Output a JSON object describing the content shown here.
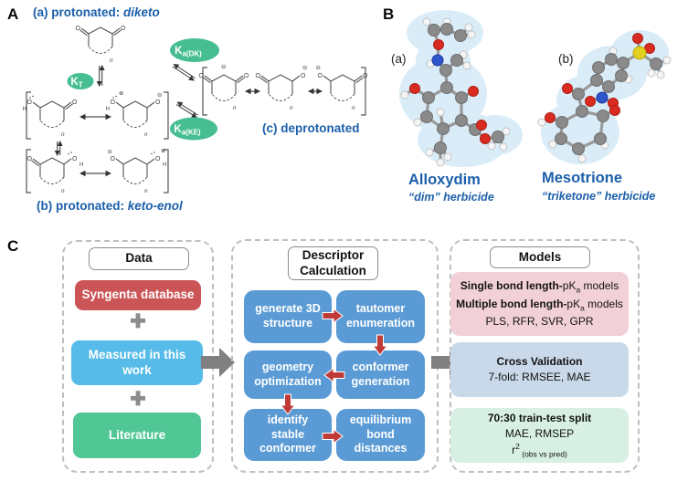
{
  "panelA": {
    "label": "A",
    "captions": {
      "a_prefix": "(a) protonated: ",
      "a_em": "diketo",
      "b_prefix": "(b) protonated: ",
      "b_em": "keto-enol",
      "c": "(c) deprotonated"
    },
    "constants": {
      "kt": {
        "base": "K",
        "sub": "T"
      },
      "kadk": {
        "base": "K",
        "sub": "a(DK)"
      },
      "kake": {
        "base": "K",
        "sub": "a(KE)"
      }
    },
    "atoms": {
      "o": "O",
      "h": "H",
      "n": "n"
    },
    "charges": {
      "minus": "⊖",
      "plus": "⊕"
    },
    "oval_green": "#47bd92",
    "caption_blue": "#1b5faa"
  },
  "panelB": {
    "label": "B",
    "molecules": [
      {
        "tag": "(a)",
        "name": "Alloxydim",
        "subtitle": "“dim” herbicide"
      },
      {
        "tag": "(b)",
        "name": "Mesotrione",
        "subtitle": "“triketone” herbicide"
      }
    ]
  },
  "panelC": {
    "label": "C",
    "data_column": {
      "title": "Data",
      "plus": "✚",
      "sources": [
        {
          "label": "Syngenta database",
          "color": "#cb5456"
        },
        {
          "label": "Measured in this work",
          "color": "#56bbe8"
        },
        {
          "label": "Literature",
          "color": "#50c795"
        }
      ]
    },
    "descriptor_column": {
      "title": "Descriptor Calculation",
      "steps": [
        "generate 3D structure",
        "tautomer enumeration",
        "geometry optimization",
        "conformer generation",
        "identify stable conformer",
        "equilibrium bond distances"
      ]
    },
    "models_column": {
      "title": "Models",
      "model_types": {
        "line1_bold": "Single bond length-",
        "line1_pk": "pK",
        "line1_pk_sub": "a",
        "line1_rest": " models",
        "line2_bold": "Multiple bond length-",
        "line2_pk": "pK",
        "line2_pk_sub": "a",
        "line2_rest": " models",
        "line3": "PLS, RFR, SVR, GPR"
      },
      "cross_validation": {
        "line1": "Cross Validation",
        "line2": "7-fold: RMSEE, MAE"
      },
      "train_test": {
        "line1": "70:30 train-test split",
        "line2": "MAE, RMSEP",
        "r_base": "r",
        "r_sup": "2",
        "r_sub": " (obs vs pred)"
      }
    },
    "colors": {
      "flow_blue": "#5b9bd5",
      "arrow_red": "#bf3b38",
      "arrow_gray": "#808080",
      "pink": "#f1d0d7",
      "light_blue": "#c9d9e9",
      "light_green": "#d7f0e3"
    }
  }
}
